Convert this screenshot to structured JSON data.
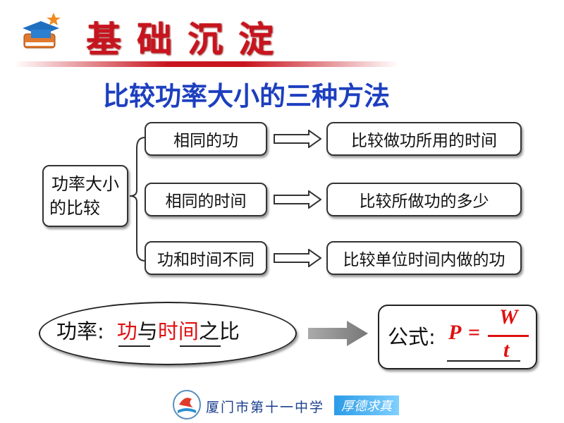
{
  "header": {
    "title": "基础沉淀",
    "icon": "graduation-cap-books-icon"
  },
  "subtitle": "比较功率大小的三种方法",
  "root": {
    "line1": "功率大小",
    "line2": "的比较"
  },
  "methods": [
    {
      "condition": "相同的功",
      "compare": "比较做功所用的时间"
    },
    {
      "condition": "相同的时间",
      "compare": "比较所做功的多少"
    },
    {
      "condition": "功和时间不同",
      "compare": "比较单位时间内做的功"
    }
  ],
  "definition": {
    "prefix": "功率:",
    "blank1": "功",
    "mid": "与",
    "blank2": "时间",
    "suffix": "之比"
  },
  "formula": {
    "label": "公式:",
    "lhs": "P",
    "eq": "=",
    "num": "W",
    "den": "t"
  },
  "footer": {
    "school": "厦门市第十一中学",
    "motto": "厚德求真",
    "logo": "school-logo-icon"
  },
  "colors": {
    "title_red": "#c8141e",
    "subtitle_blue": "#1d3fbf",
    "answer_red": "#e01010"
  }
}
